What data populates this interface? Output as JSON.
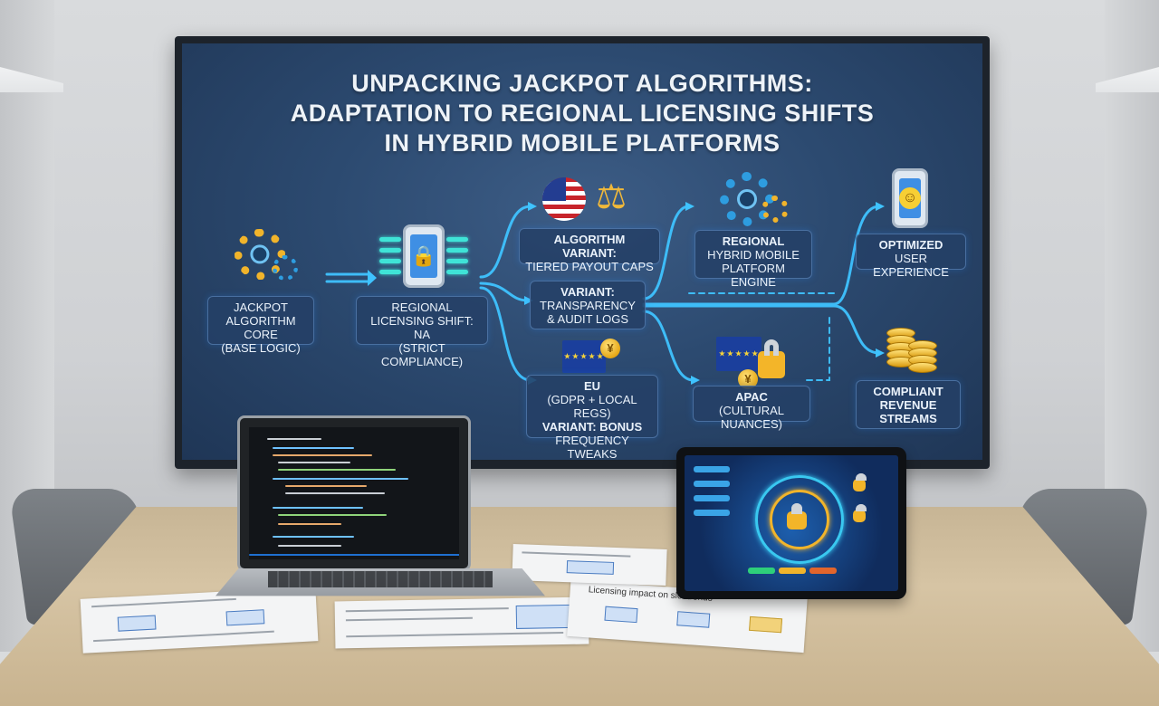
{
  "slide": {
    "title_lines": [
      "UNPACKING JACKPOT ALGORITHMS:",
      "ADAPTATION TO REGIONAL LICENSING SHIFTS",
      "IN HYBRID MOBILE PLATFORMS"
    ],
    "nodes": {
      "core": [
        "JACKPOT",
        "ALGORITHM CORE",
        "(BASE LOGIC)"
      ],
      "na": [
        "REGIONAL",
        "LICENSING SHIFT: NA",
        "(STRICT COMPLIANCE)"
      ],
      "variant_caps": [
        "ALGORITHM VARIANT:",
        "TIERED PAYOUT CAPS"
      ],
      "variant_audit": [
        "VARIANT:",
        "TRANSPARENCY",
        "& AUDIT LOGS"
      ],
      "eu": [
        "EU",
        "(GDPR + LOCAL REGS)",
        "VARIANT: BONUS",
        "FREQUENCY TWEAKS"
      ],
      "engine": [
        "REGIONAL",
        "HYBRID MOBILE",
        "PLATFORM ENGINE"
      ],
      "apac": [
        "APAC",
        "(CULTURAL NUANCES)"
      ],
      "ux": [
        "OPTIMIZED",
        "USER EXPERIENCE"
      ],
      "revenue": [
        "COMPLIANT",
        "REVENUE",
        "STREAMS"
      ]
    },
    "icons": {
      "core": "gears-icon",
      "na": "phone-lock-icon",
      "caps": "us-flag-scales-icon",
      "eu": "eu-flag-gavel-icon",
      "engine": "gears-lock-icon",
      "apac": "eu-flag-padlock-icon",
      "ux": "phone-smiley-icon",
      "revenue": "coin-stack-icon"
    },
    "colors": {
      "connector": "#3fc3ff",
      "background": "#2c4a70",
      "node_fill": "#244066"
    }
  },
  "paper": {
    "caption": "Licensing impact on slot trends"
  },
  "glyphs": {
    "yen": "¥",
    "lock": "🔒",
    "smile": "☺",
    "scales": "⚖",
    "stars": "★★★★★"
  }
}
